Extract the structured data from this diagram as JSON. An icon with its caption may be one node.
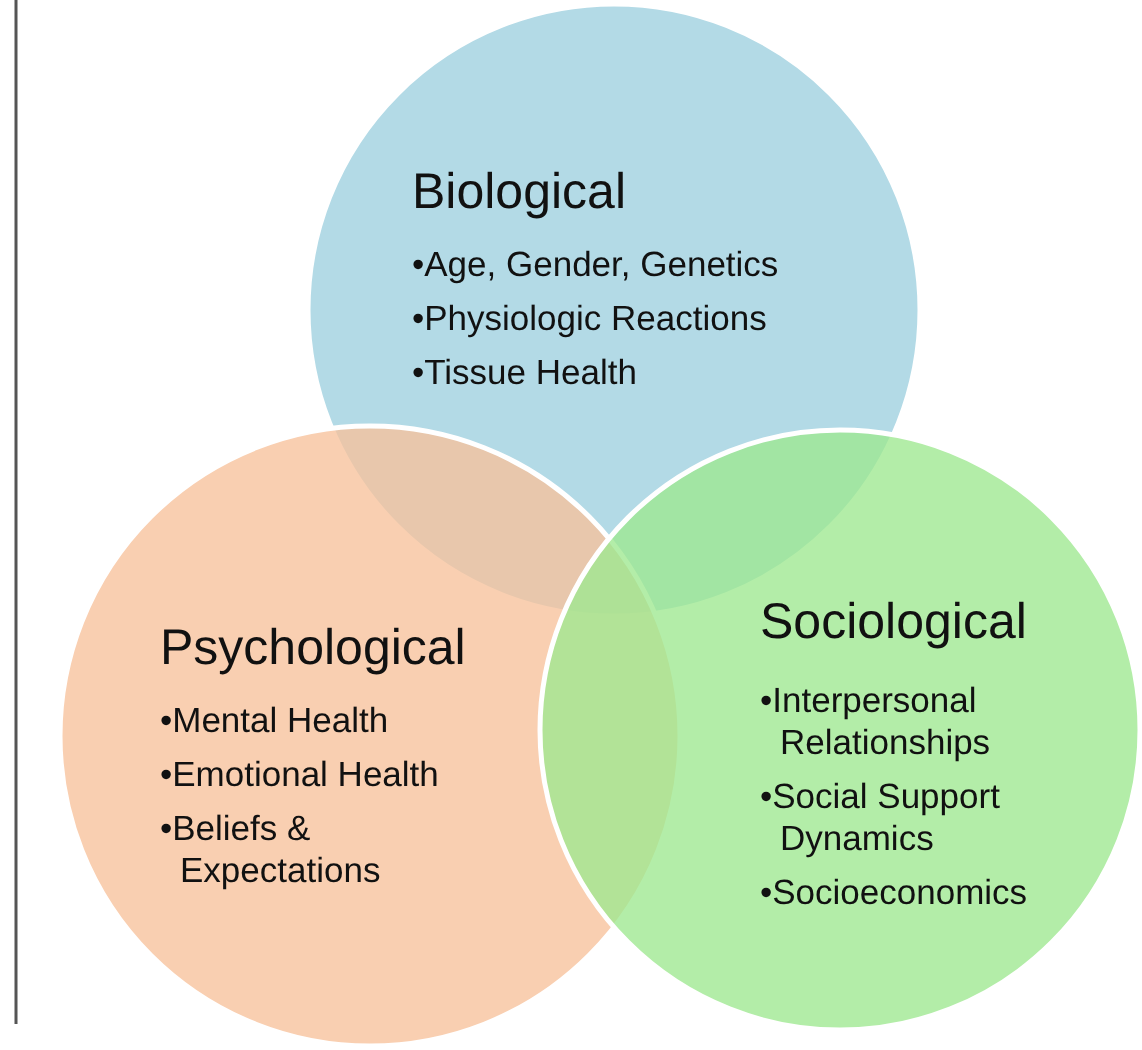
{
  "diagram": {
    "nodes": [
      {
        "text": [
          "Biological",
          "•Age, Gender, Genetics",
          "•Physiologic Reactions",
          "•Tissue Health"
        ]
      },
      {
        "text": [
          "Psychological",
          "•Mental Health",
          "•Emotional Health",
          "•Beliefs & Expectations"
        ]
      },
      {
        "text": [
          "Sociological",
          "•Interpersonal Relationships",
          "•Social Support Dynamics",
          "•Socioeconomics"
        ]
      }
    ]
  }
}
